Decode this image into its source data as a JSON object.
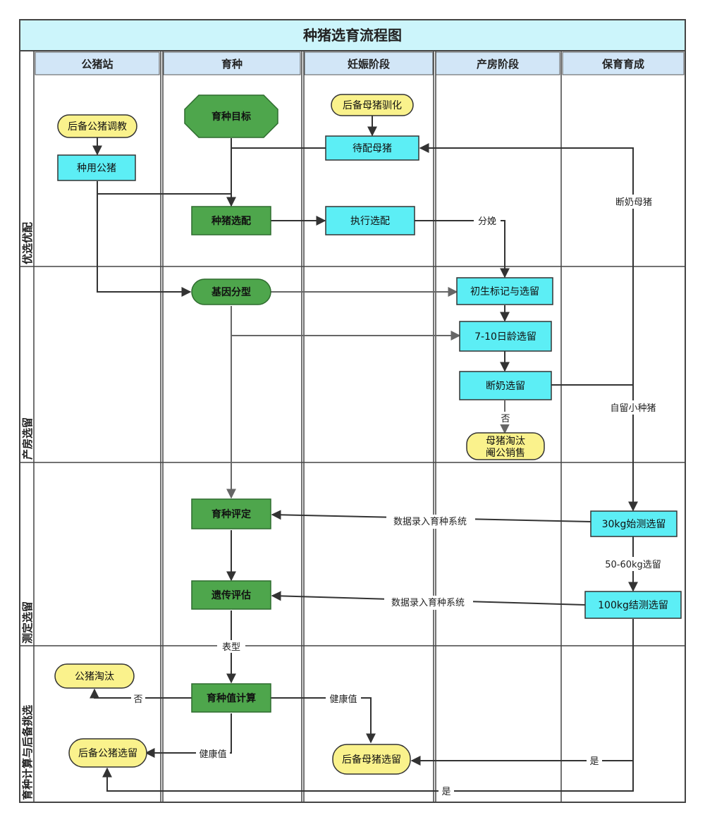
{
  "title": "种猪选育流程图",
  "lanes": [
    "公猪站",
    "育种",
    "妊娠阶段",
    "产房阶段",
    "保育育成"
  ],
  "rows": [
    "优选优配",
    "产房选留",
    "测定选留",
    "育种计算与后备挑选"
  ],
  "nodes": {
    "gilt_train": "后备母猪驯化",
    "boar_train": "后备公猪调教",
    "breeding_goal": "育种目标",
    "sow_to_mate": "待配母猪",
    "stud_boar": "种用公猪",
    "mate_selection": "种猪选配",
    "exec_mating": "执行选配",
    "genotyping": "基因分型",
    "newborn_mark": "初生标记与选留",
    "day7_10": "7-10日龄选留",
    "weaning_select": "断奶选留",
    "cull_sale_1": "母猪淘汰",
    "cull_sale_2": "阉公销售",
    "breeding_eval": "育种评定",
    "test_30kg": "30kg始测选留",
    "genetic_eval": "遗传评估",
    "test_100kg": "100kg结测选留",
    "boar_cull": "公猪淘汰",
    "ebv_calc": "育种值计算",
    "boar_reserve": "后备公猪选留",
    "gilt_reserve": "后备母猪选留"
  },
  "edge_labels": {
    "weaned_sow": "断奶母猪",
    "farrowing": "分娩",
    "self_keep": "自留小种猪",
    "no_1": "否",
    "data_entry_1": "数据录入育种系统",
    "w50_60": "50-60kg选留",
    "data_entry_2": "数据录入育种系统",
    "phenotype": "表型",
    "no_2": "否",
    "health_1": "健康值",
    "health_2": "健康值",
    "yes_1": "是",
    "yes_2": "是"
  },
  "colors": {
    "header_fill": "#ccf5fb",
    "lane_head_fill": "#d2e6f7",
    "green_fill": "#4ea64c",
    "green_stroke": "#2e6b2e",
    "cyan_fill": "#5ceef5",
    "yellow_fill": "#faf28c"
  }
}
